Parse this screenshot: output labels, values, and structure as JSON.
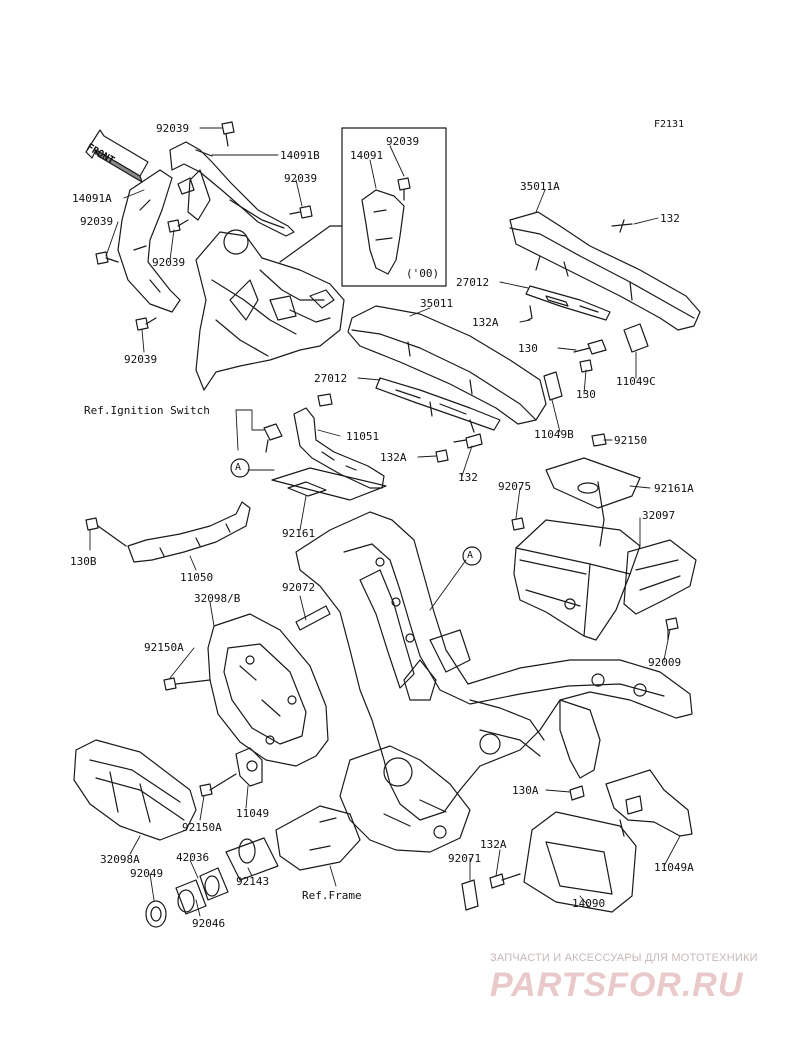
{
  "figure_code": "F2131",
  "front_label": "FRONT",
  "year_note": "('00)",
  "parts": {
    "p92039_a": "92039",
    "p14091B": "14091B",
    "p14091A": "14091A",
    "p92039_b": "92039",
    "p92039_c": "92039",
    "p92039_d": "92039",
    "p92039_e": "92039",
    "p92039_f": "92039",
    "p14091": "14091",
    "p35011A": "35011A",
    "p132_a": "132",
    "p27012_a": "27012",
    "p35011": "35011",
    "p132A_a": "132A",
    "p130_a": "130",
    "p130_b": "130",
    "p11049C": "11049C",
    "p27012_b": "27012",
    "p11049B": "11049B",
    "p92150": "92150",
    "p11051": "11051",
    "p132A_b": "132A",
    "p132_b": "132",
    "p92075": "92075",
    "p92161A": "92161A",
    "p32097": "32097",
    "p130B": "130B",
    "p92161": "92161",
    "p11050": "11050",
    "p92072": "92072",
    "p32098B": "32098/B",
    "p92150A_a": "92150A",
    "p92009": "92009",
    "p11049": "11049",
    "p92150A_b": "92150A",
    "p130A": "130A",
    "p132A_c": "132A",
    "p92071": "92071",
    "p11049A": "11049A",
    "p32098A": "32098A",
    "p42036": "42036",
    "p92049": "92049",
    "p92143": "92143",
    "p92046": "92046",
    "p14090": "14090"
  },
  "refs": {
    "ignition": "Ref.Ignition Switch",
    "frame": "Ref.Frame",
    "callout_a1": "A",
    "callout_a2": "A"
  },
  "watermark": {
    "subtitle": "ЗАПЧАСТИ И АКСЕССУАРЫ ДЛЯ МОТОТЕХНИКИ",
    "logo": "PARTSFOR.RU"
  }
}
